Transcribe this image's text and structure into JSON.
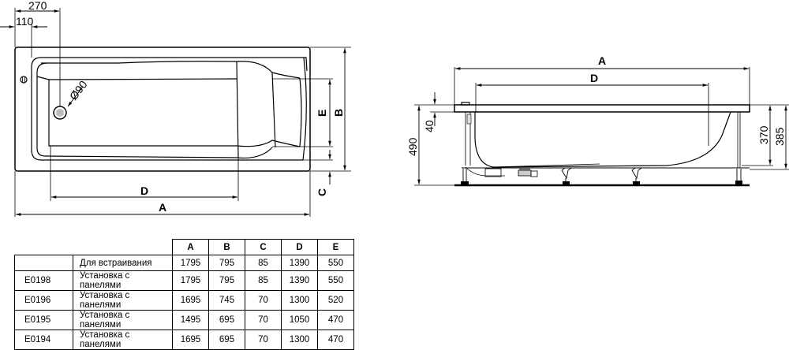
{
  "top_view": {
    "dims": {
      "overflow_offset": "270",
      "edge_offset": "110",
      "drain_diameter": "Ø90",
      "label_A": "A",
      "label_D": "D",
      "label_B": "B",
      "label_E": "E",
      "label_C": "C"
    }
  },
  "side_view": {
    "dims": {
      "label_A": "A",
      "label_D": "D",
      "rim_thickness": "40",
      "total_height": "490",
      "inner_height_1": "370",
      "inner_height_2": "385"
    }
  },
  "spec_table": {
    "columns": [
      "A",
      "B",
      "C",
      "D",
      "E"
    ],
    "rows": [
      {
        "code": "",
        "desc": "Для встраивания",
        "values": [
          "1795",
          "795",
          "85",
          "1390",
          "550"
        ]
      },
      {
        "code": "E0198",
        "desc": "Установка с панелями",
        "values": [
          "1795",
          "795",
          "85",
          "1390",
          "550"
        ]
      },
      {
        "code": "E0196",
        "desc": "Установка с панелями",
        "values": [
          "1695",
          "745",
          "70",
          "1300",
          "520"
        ]
      },
      {
        "code": "E0195",
        "desc": "Установка с панелями",
        "values": [
          "1495",
          "695",
          "70",
          "1050",
          "470"
        ]
      },
      {
        "code": "E0194",
        "desc": "Установка с панелями",
        "values": [
          "1695",
          "695",
          "70",
          "1300",
          "470"
        ]
      }
    ]
  }
}
